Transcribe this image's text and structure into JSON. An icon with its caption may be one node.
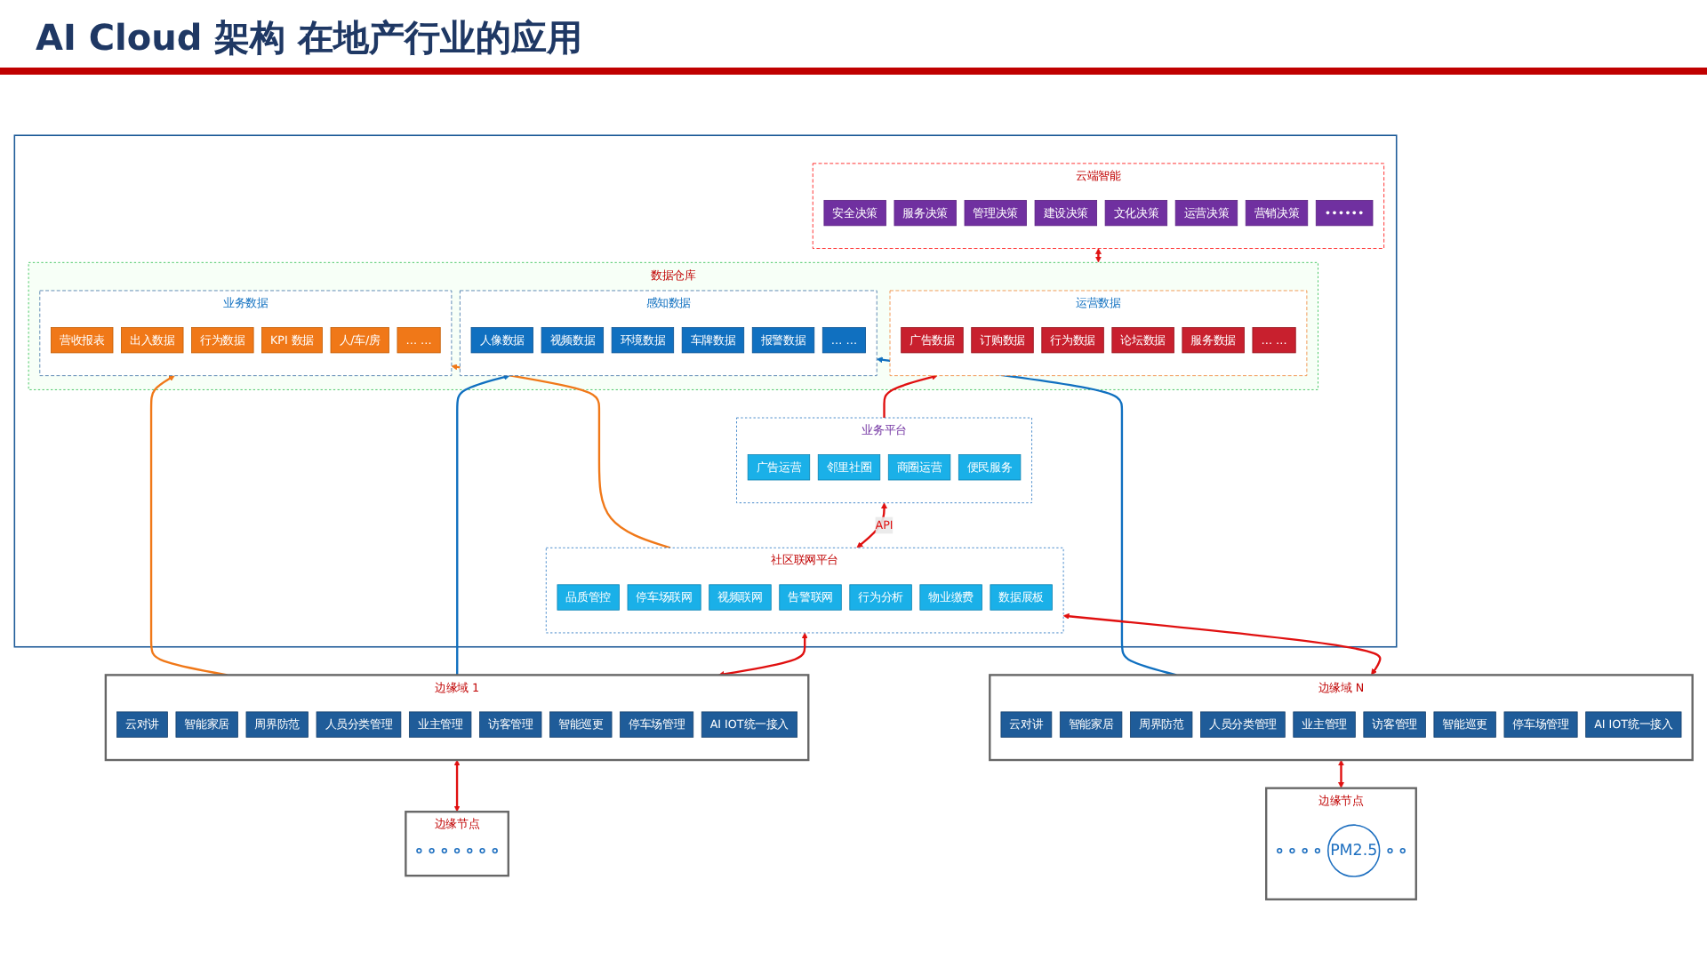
{
  "diagram": {
    "title": "AI Cloud 架构 在地产行业的应用",
    "nodes": [
      {
        "text": [],
        "shape": "box"
      },
      {
        "text": [
          "云端智能"
        ],
        "in": 0
      },
      {
        "text": [
          "安全决策"
        ],
        "in": 1
      },
      {
        "text": [
          "服务决策"
        ],
        "in": 1
      },
      {
        "text": [
          "管理决策"
        ],
        "in": 1
      },
      {
        "text": [
          "建设决策"
        ],
        "in": 1
      },
      {
        "text": [
          "文化决策"
        ],
        "in": 1
      },
      {
        "text": [
          "运营决策"
        ],
        "in": 1
      },
      {
        "text": [
          "营销决策"
        ],
        "in": 1
      },
      {
        "text": [
          "••••••"
        ],
        "in": 1
      },
      {
        "text": [
          "数据仓库"
        ],
        "in": 0
      },
      {
        "text": [
          "业务数据"
        ],
        "in": 10
      },
      {
        "text": [
          "营收报表"
        ],
        "in": 11
      },
      {
        "text": [
          "出入数据"
        ],
        "in": 11
      },
      {
        "text": [
          "行为数据"
        ],
        "in": 11
      },
      {
        "text": [
          "KPI 数据"
        ],
        "in": 11
      },
      {
        "text": [
          "人/车/房"
        ],
        "in": 11
      },
      {
        "text": [
          "… …"
        ],
        "in": 11
      },
      {
        "text": [
          "感知数据"
        ],
        "in": 10
      },
      {
        "text": [
          "人像数据"
        ],
        "in": 18
      },
      {
        "text": [
          "视频数据"
        ],
        "in": 18
      },
      {
        "text": [
          "环境数据"
        ],
        "in": 18
      },
      {
        "text": [
          "车牌数据"
        ],
        "in": 18
      },
      {
        "text": [
          "报警数据"
        ],
        "in": 18
      },
      {
        "text": [
          "… …"
        ],
        "in": 18
      },
      {
        "text": [
          "运营数据"
        ],
        "in": 10
      },
      {
        "text": [
          "广告数据"
        ],
        "in": 25
      },
      {
        "text": [
          "订购数据"
        ],
        "in": 25
      },
      {
        "text": [
          "行为数据"
        ],
        "in": 25
      },
      {
        "text": [
          "论坛数据"
        ],
        "in": 25
      },
      {
        "text": [
          "服务数据"
        ],
        "in": 25
      },
      {
        "text": [
          "… …"
        ],
        "in": 25
      },
      {
        "text": [
          "社区联网平台"
        ],
        "in": 0
      },
      {
        "text": [
          "品质管控"
        ],
        "in": 32
      },
      {
        "text": [
          "停车场联网"
        ],
        "in": 32
      },
      {
        "text": [
          "视频联网"
        ],
        "in": 32
      },
      {
        "text": [
          "告警联网"
        ],
        "in": 32
      },
      {
        "text": [
          "行为分析"
        ],
        "in": 32
      },
      {
        "text": [
          "物业缴费"
        ],
        "in": 32
      },
      {
        "text": [
          "数据展板"
        ],
        "in": 32
      },
      {
        "text": [
          "业务平台"
        ],
        "in": 0
      },
      {
        "text": [
          "广告运营"
        ],
        "in": 40
      },
      {
        "text": [
          "邻里社圈"
        ],
        "in": 40
      },
      {
        "text": [
          "商圈运营"
        ],
        "in": 40
      },
      {
        "text": [
          "便民服务"
        ],
        "in": 40
      },
      {
        "text": [
          "边缘域 1"
        ]
      },
      {
        "text": [
          "云对讲"
        ],
        "in": 45
      },
      {
        "text": [
          "智能家居"
        ],
        "in": 45
      },
      {
        "text": [
          "周界防范"
        ],
        "in": 45
      },
      {
        "text": [
          "人员分类管理"
        ],
        "in": 45
      },
      {
        "text": [
          "业主管理"
        ],
        "in": 45
      },
      {
        "text": [
          "访客管理"
        ],
        "in": 45
      },
      {
        "text": [
          "智能巡更"
        ],
        "in": 45
      },
      {
        "text": [
          "停车场管理"
        ],
        "in": 45
      },
      {
        "text": [
          "AI IOT统一接入"
        ],
        "in": 45
      },
      {
        "text": [
          "边缘域 N"
        ]
      },
      {
        "text": [
          "云对讲"
        ],
        "in": 55
      },
      {
        "text": [
          "智能家居"
        ],
        "in": 55
      },
      {
        "text": [
          "周界防范"
        ],
        "in": 55
      },
      {
        "text": [
          "人员分类管理"
        ],
        "in": 55
      },
      {
        "text": [
          "业主管理"
        ],
        "in": 55
      },
      {
        "text": [
          "访客管理"
        ],
        "in": 55
      },
      {
        "text": [
          "智能巡更"
        ],
        "in": 55
      },
      {
        "text": [
          "停车场管理"
        ],
        "in": 55
      },
      {
        "text": [
          "AI IOT统一接入"
        ],
        "in": 55
      },
      {
        "text": [
          "边缘节点"
        ]
      },
      {
        "text": [],
        "shape": "circle",
        "in": 65
      },
      {
        "text": [],
        "shape": "circle",
        "in": 65
      },
      {
        "text": [],
        "shape": "circle",
        "in": 65
      },
      {
        "text": [],
        "shape": "circle",
        "in": 65
      },
      {
        "text": [],
        "shape": "circle",
        "in": 65
      },
      {
        "text": [],
        "shape": "circle",
        "in": 65
      },
      {
        "text": [],
        "shape": "circle",
        "in": 65
      },
      {
        "text": [
          "边缘节点"
        ]
      },
      {
        "text": [],
        "shape": "circle",
        "in": 73
      },
      {
        "text": [],
        "shape": "circle",
        "in": 73
      },
      {
        "text": [],
        "shape": "circle",
        "in": 73
      },
      {
        "text": [],
        "shape": "circle",
        "in": 73
      },
      {
        "text": [
          "PM2.5"
        ],
        "in": 73
      },
      {
        "text": [],
        "shape": "circle",
        "in": 73
      },
      {
        "text": [],
        "shape": "circle",
        "in": 73
      }
    ],
    "edges": [
      {
        "from": 10,
        "to": 1,
        "arrow": "both"
      },
      {
        "from": 32,
        "to": 11,
        "arrow": "to",
        "color": "#f07818"
      },
      {
        "from": 45,
        "to": 11,
        "arrow": "to",
        "color": "#f07818"
      },
      {
        "from": 45,
        "to": 18,
        "arrow": "to",
        "color": "#1070c0"
      },
      {
        "from": 55,
        "to": 18,
        "arrow": "to",
        "color": "#1070c0"
      },
      {
        "from": 40,
        "to": 25,
        "arrow": "to"
      },
      {
        "from": 32,
        "to": 40,
        "arrow": "both",
        "label": "API"
      },
      {
        "from": 45,
        "to": 32,
        "arrow": "both"
      },
      {
        "from": 55,
        "to": 32,
        "arrow": "both"
      },
      {
        "from": 65,
        "to": 45,
        "arrow": "both"
      },
      {
        "from": 73,
        "to": 55,
        "arrow": "both"
      }
    ]
  }
}
